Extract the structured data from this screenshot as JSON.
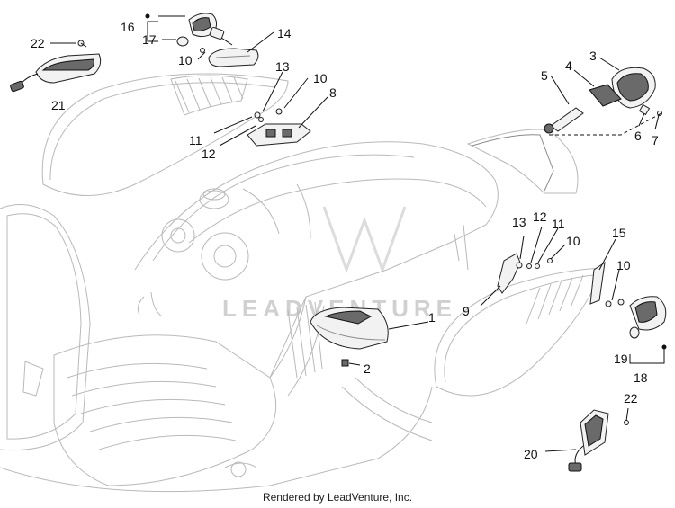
{
  "footer_text": "Rendered by LeadVenture, Inc.",
  "watermark_text": "LEADVENTURE",
  "callouts": {
    "c1": "1",
    "c2": "2",
    "c3": "3",
    "c4": "4",
    "c5": "5",
    "c6": "6",
    "c7": "7",
    "c8": "8",
    "c9": "9",
    "c10a": "10",
    "c10b": "10",
    "c10c": "10",
    "c10d": "10",
    "c11a": "11",
    "c11b": "11",
    "c12a": "12",
    "c12b": "12",
    "c13a": "13",
    "c13b": "13",
    "c14": "14",
    "c15": "15",
    "c16": "16",
    "c17": "17",
    "c18": "18",
    "c19": "19",
    "c20": "20",
    "c21": "21",
    "c22a": "22",
    "c22b": "22"
  },
  "colors": {
    "line": "#111111",
    "ghost": "#b9b9b9",
    "part_fill": "#f2f2f2",
    "dark_part": "#6a6a6a"
  }
}
